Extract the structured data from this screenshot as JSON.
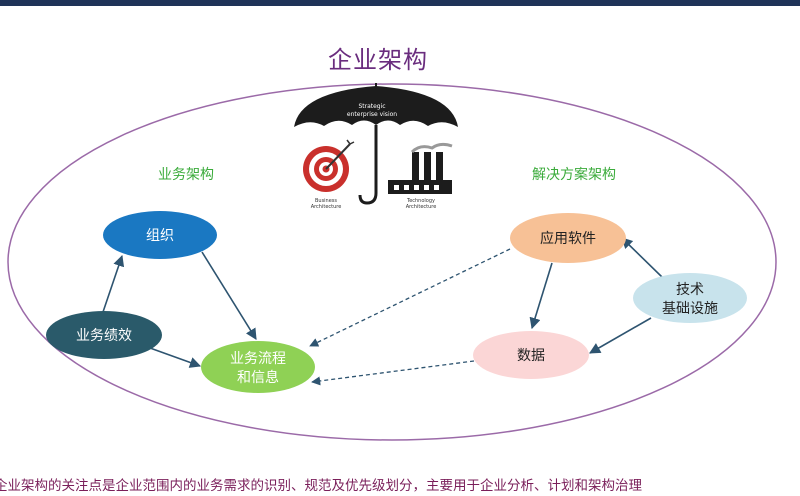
{
  "title": "企业架构",
  "umbrella": {
    "canopy_text_line1": "Strategic",
    "canopy_text_line2": "enterprise vision",
    "left_caption_line1": "Business",
    "left_caption_line2": "Architecture",
    "right_caption_line1": "Technology",
    "right_caption_line2": "Architecture"
  },
  "groups": {
    "business": "业务架构",
    "solution": "解决方案架构"
  },
  "nodes": {
    "organization": "组织",
    "performance": "业务绩效",
    "process_line1": "业务流程",
    "process_line2": "和信息",
    "software": "应用软件",
    "data": "数据",
    "infra_line1": "技术",
    "infra_line2": "基础设施"
  },
  "colors": {
    "title": "#6a2d7e",
    "group_label": "#3bab3b",
    "organization": "#1a78c2",
    "performance": "#2a5a6a",
    "process": "#8fd155",
    "software": "#f7c196",
    "data": "#fbd6d6",
    "infrastructure": "#c8e3ec",
    "arrow": "#2e5470"
  },
  "footer_text": "企业架构的关注点是企业范围内的业务需求的识别、规范及优先级划分，主要用于企业分析、计划和架构治理"
}
